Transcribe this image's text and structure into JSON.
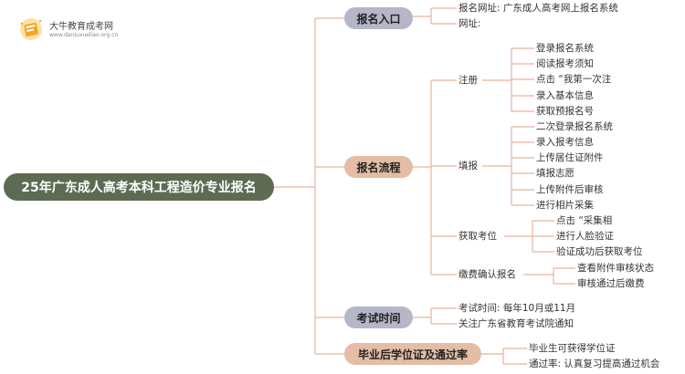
{
  "logo": {
    "title": "大牛教育成考网",
    "url": "www.daniuxueliao.org.cn",
    "icon": "book-star-icon"
  },
  "root": {
    "label": "25年广东成人高考本科工程造价专业报名"
  },
  "branches": [
    {
      "label": "报名入口",
      "items": [
        "报名网址: 广东成人高考网上报名系统",
        "网址:"
      ]
    },
    {
      "label": "报名流程",
      "groups": [
        {
          "label": "注册",
          "items": [
            "登录报名系统",
            "阅读报考须知",
            "点击 “我第一次注",
            "录入基本信息",
            "获取预报名号"
          ]
        },
        {
          "label": "填报",
          "items": [
            "二次登录报名系统",
            "录入报考信息",
            "上传居住证附件",
            "填报志愿",
            "上传附件后审核",
            "进行相片采集"
          ]
        },
        {
          "label": "获取考位",
          "items": [
            "点击 “采集相",
            "进行人脸验证",
            "验证成功后获取考位"
          ]
        },
        {
          "label": "缴费确认报名",
          "items": [
            "查看附件审核状态",
            "审核通过后缴费"
          ]
        }
      ]
    },
    {
      "label": "考试时间",
      "items": [
        "考试时间: 每年10月或11月",
        "关注广东省教育考试院通知"
      ]
    },
    {
      "label": "毕业后学位证及通过率",
      "items": [
        "毕业生可获得学位证",
        "通过率: 认真复习提高通过机会"
      ]
    }
  ],
  "colors": {
    "root_bg": "#5c6b52",
    "pill_grey": "#b5b7c8",
    "pill_tan": "#e3bda4",
    "line": "#e8b49a"
  }
}
